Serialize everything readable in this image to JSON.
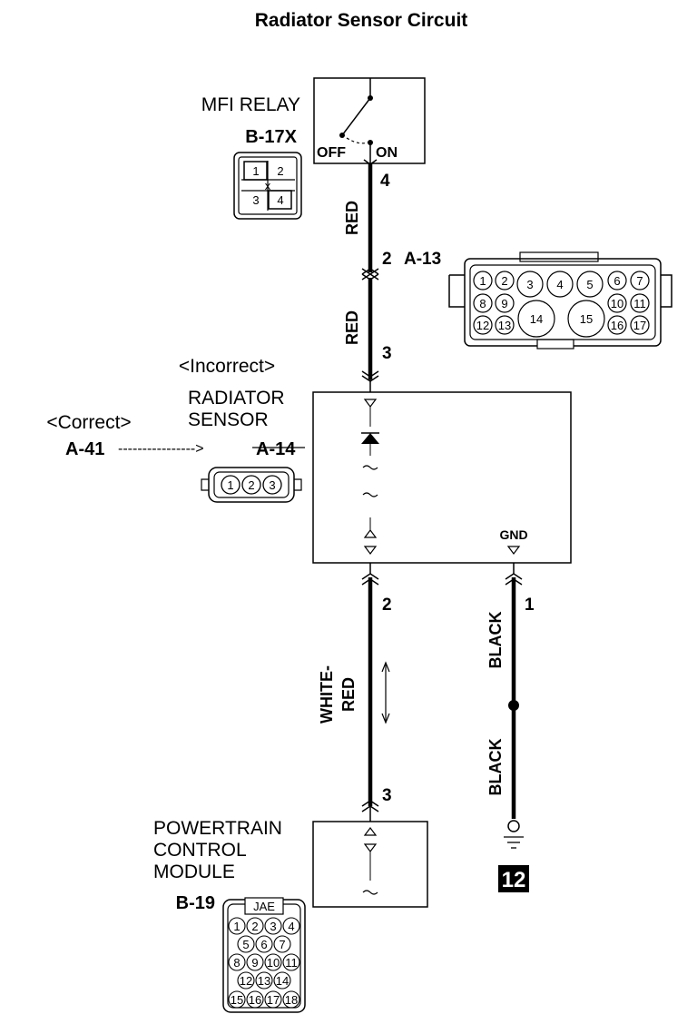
{
  "title": "Radiator Sensor Circuit",
  "mfi_relay": {
    "name": "MFI RELAY",
    "connector_id": "B-17X",
    "off_label": "OFF",
    "on_label": "ON",
    "pin_out": "4",
    "connector_pins": [
      "1",
      "2",
      "3",
      "4"
    ]
  },
  "wire_red_upper": {
    "color_label": "RED",
    "joint_pin": "2",
    "joint_connector": "A-13"
  },
  "a13_connector_pins": [
    "1",
    "2",
    "3",
    "4",
    "5",
    "6",
    "7",
    "8",
    "9",
    "10",
    "11",
    "12",
    "13",
    "14",
    "15",
    "16",
    "17"
  ],
  "wire_red_lower": {
    "color_label": "RED",
    "pin": "3"
  },
  "correction": {
    "incorrect_label": "<Incorrect>",
    "correct_label": "<Correct>",
    "correct_connector": "A-41",
    "arrow": "---------------->",
    "incorrect_connector": "A-14"
  },
  "radiator_sensor": {
    "name_line1": "RADIATOR",
    "name_line2": "SENSOR",
    "gnd_label": "GND",
    "connector_pins": [
      "1",
      "2",
      "3"
    ]
  },
  "signal_wire": {
    "pin_top": "2",
    "color_line1": "WHITE-",
    "color_line2": "RED",
    "pin_bottom": "3"
  },
  "ground_wire": {
    "pin_top": "1",
    "color_upper": "BLACK",
    "color_lower": "BLACK",
    "ground_number": "12"
  },
  "pcm": {
    "name_line1": "POWERTRAIN",
    "name_line2": "CONTROL",
    "name_line3": "MODULE",
    "connector_id": "B-19",
    "connector_brand": "JAE",
    "connector_pins": [
      "1",
      "2",
      "3",
      "4",
      "5",
      "6",
      "7",
      "8",
      "9",
      "10",
      "11",
      "12",
      "13",
      "14",
      "15",
      "16",
      "17",
      "18"
    ]
  }
}
